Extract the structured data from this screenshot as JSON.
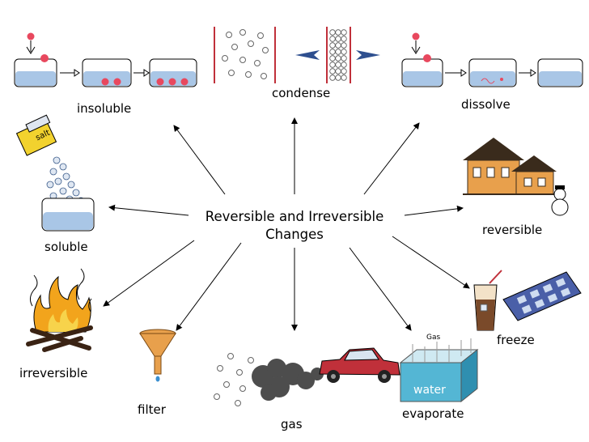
{
  "center_title": "Reversible and Irreversible Changes",
  "labels": {
    "insoluble": "insoluble",
    "condense": "condense",
    "dissolve": "dissolve",
    "soluble": "soluble",
    "reversible": "reversible",
    "irreversible": "irreversible",
    "freeze": "freeze",
    "filter": "filter",
    "gas": "gas",
    "evaporate": "evaporate"
  },
  "illustration_text": {
    "salt_box": "salt",
    "evaporate_caption": "Gas",
    "water_tank": "water"
  },
  "colors": {
    "water": "#a9c6e6",
    "ball": "#e8485e",
    "arrow": "#2e4f8f",
    "fire": "#f2a41c",
    "house": "#e8a04c",
    "car": "#c0303a",
    "smoke": "#4d4d4d",
    "tank": "#54b6d4"
  },
  "icons": [
    "beaker-icon",
    "balls-icon",
    "salt-box-icon",
    "house-icon",
    "snowman-icon",
    "fire-icon",
    "funnel-icon",
    "car-icon",
    "smoke-icon",
    "ice-tray-icon",
    "glass-icon",
    "water-tank-icon"
  ]
}
